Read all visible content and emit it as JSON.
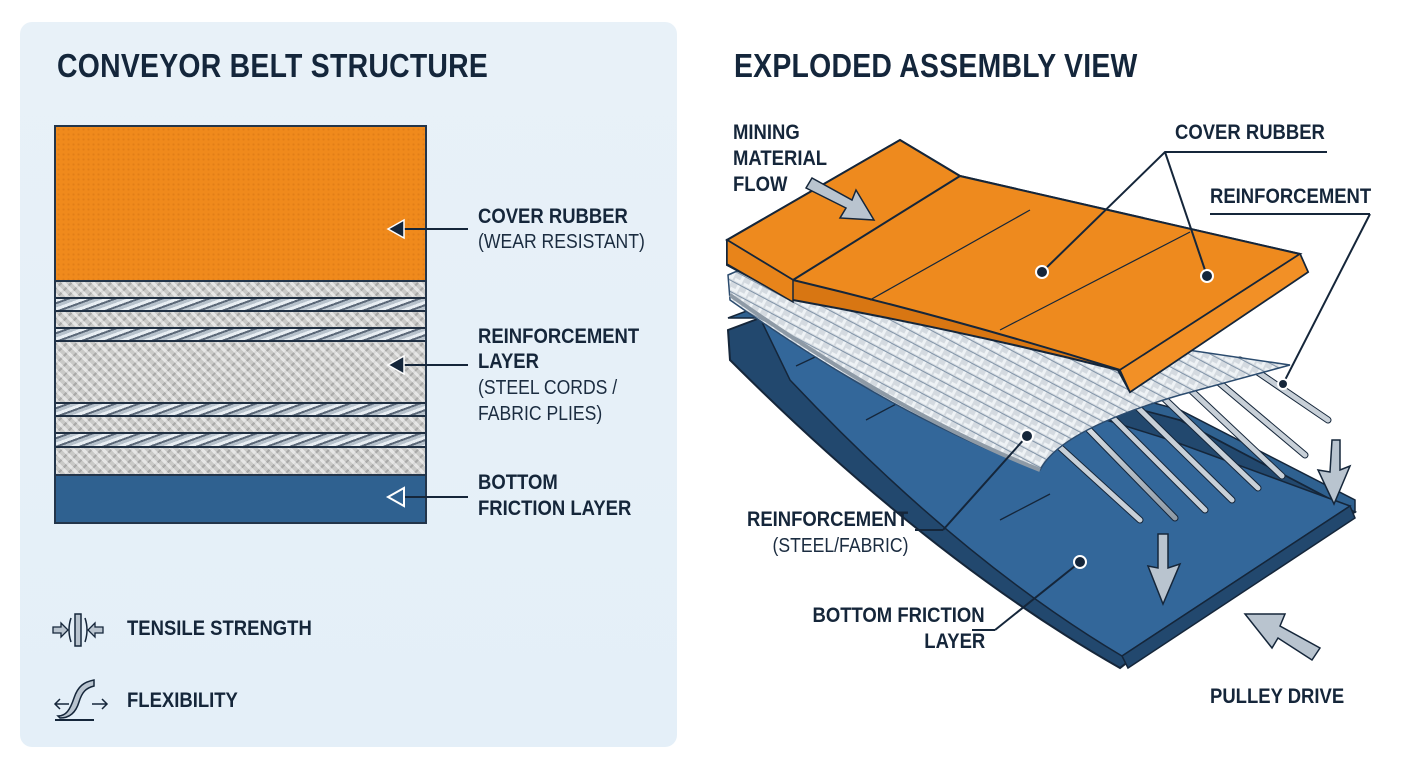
{
  "left_panel": {
    "title": "CONVEYOR BELT STRUCTURE",
    "layers": [
      {
        "name": "cover-rubber",
        "color": "#f08a1c"
      },
      {
        "name": "fabric-ply",
        "color": "#c9c9c7"
      },
      {
        "name": "steel-cord",
        "color": "#a9b4bf"
      },
      {
        "name": "fabric-ply",
        "color": "#c9c9c7"
      },
      {
        "name": "steel-cord",
        "color": "#a9b4bf"
      },
      {
        "name": "fabric-ply",
        "color": "#c9c9c7"
      },
      {
        "name": "steel-cord",
        "color": "#a9b4bf"
      },
      {
        "name": "fabric-ply",
        "color": "#c9c9c7"
      },
      {
        "name": "steel-cord",
        "color": "#a9b4bf"
      },
      {
        "name": "fabric-ply",
        "color": "#c9c9c7"
      },
      {
        "name": "bottom-friction",
        "color": "#2f6190"
      }
    ],
    "callouts": [
      {
        "title": "COVER RUBBER",
        "detail": "(WEAR RESISTANT)"
      },
      {
        "title_line1": "REINFORCEMENT",
        "title_line2": "LAYER",
        "detail_line1": "(STEEL CORDS /",
        "detail_line2": "FABRIC PLIES)"
      },
      {
        "title_line1": "BOTTOM",
        "title_line2": "FRICTION LAYER"
      }
    ],
    "legend": [
      {
        "icon": "tensile-strength-icon",
        "label": "TENSILE STRENGTH"
      },
      {
        "icon": "flexibility-icon",
        "label": "FLEXIBILITY"
      }
    ]
  },
  "right_panel": {
    "title": "EXPLODED ASSEMBLY VIEW",
    "labels": {
      "mining_flow": [
        "MINING",
        "MATERIAL",
        "FLOW"
      ],
      "cover_rubber": "COVER RUBBER",
      "reinforcement_top": "REINFORCEMENT",
      "reinforcement_bottom": "REINFORCEMENT",
      "reinforcement_bottom_detail": "(STEEL/FABRIC)",
      "bottom_friction": [
        "BOTTOM FRICTION",
        "LAYER"
      ],
      "pulley_drive": "PULLEY DRIVE"
    }
  },
  "colors": {
    "orange": "#f08a1c",
    "orange_dark": "#d87612",
    "blue": "#2f6190",
    "blue_dark": "#22486e",
    "navy_text": "#15263a",
    "arrow_gray": "#b9c4cf",
    "panel_bg": "#e6f0f8"
  }
}
